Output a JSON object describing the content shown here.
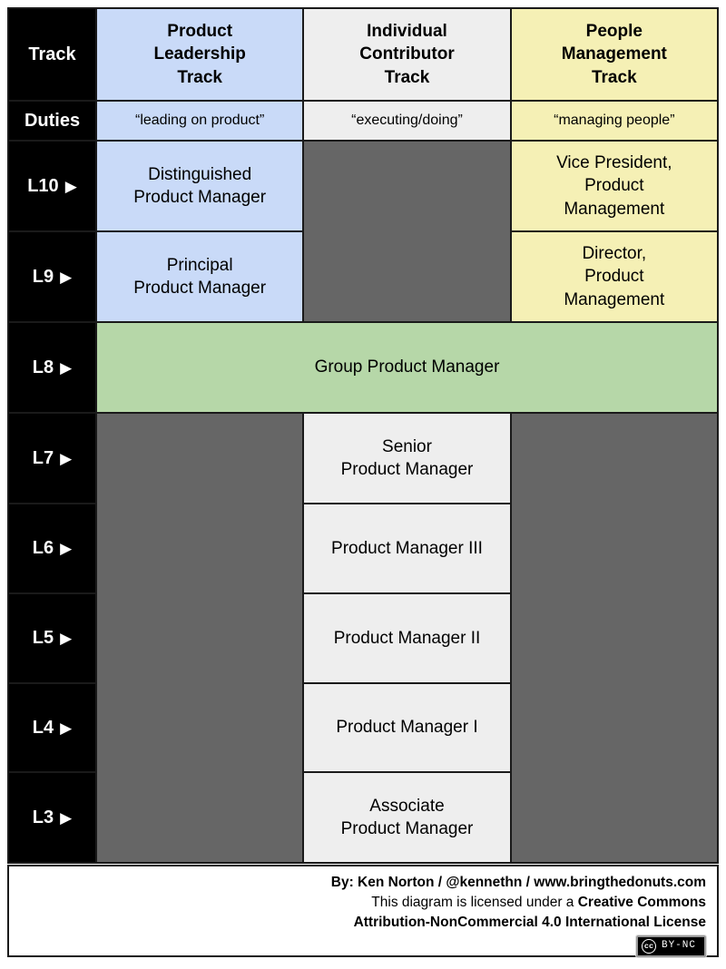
{
  "diagram": {
    "corner_label": "Track",
    "duties_label": "Duties",
    "arrow_glyph": "▶",
    "colors": {
      "leadership_track": "#c9daf8",
      "ic_track": "#eeeeee",
      "management_track": "#f5f0b5",
      "spanning_level": "#b6d7a8",
      "empty_cell": "#666666",
      "label_column": "#000000"
    },
    "tracks": [
      {
        "label": "Product\nLeadership\nTrack",
        "duty": "“leading on product”"
      },
      {
        "label": "Individual\nContributor\nTrack",
        "duty": "“executing/doing”"
      },
      {
        "label": "People\nManagement\nTrack",
        "duty": "“managing people”"
      }
    ],
    "levels": [
      {
        "label": "L10",
        "leadership": "Distinguished\nProduct Manager",
        "management": "Vice President,\nProduct\nManagement"
      },
      {
        "label": "L9",
        "leadership": "Principal\nProduct Manager",
        "management": "Director,\nProduct\nManagement"
      },
      {
        "label": "L8",
        "spanning": "Group Product Manager"
      },
      {
        "label": "L7",
        "ic": "Senior\nProduct Manager"
      },
      {
        "label": "L6",
        "ic": "Product Manager III"
      },
      {
        "label": "L5",
        "ic": "Product Manager II"
      },
      {
        "label": "L4",
        "ic": "Product Manager I"
      },
      {
        "label": "L3",
        "ic": "Associate\nProduct Manager"
      }
    ]
  },
  "footer": {
    "byline": "By: Ken Norton / @kennethn / www.bringthedonuts.com",
    "license_text": "This diagram is licensed under a ",
    "license_name": "Creative Commons",
    "license_line2": "Attribution-NonCommercial 4.0 International License",
    "badge": {
      "icon": "cc",
      "label": "BY-NC"
    }
  }
}
